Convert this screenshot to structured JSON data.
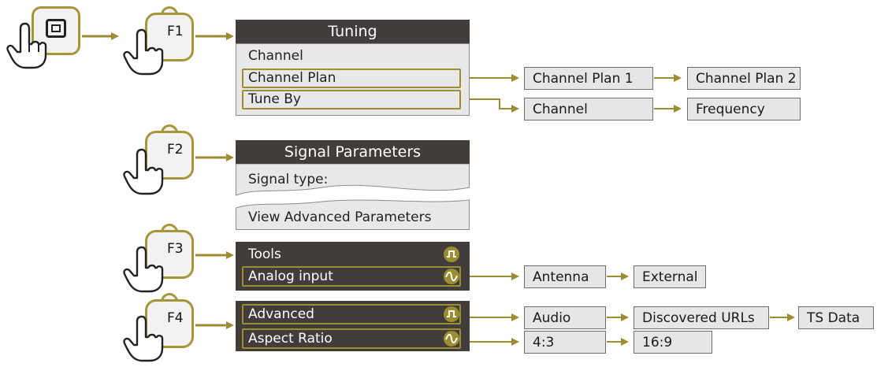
{
  "f1": {
    "key_label": "F1",
    "menu": {
      "title": "Tuning",
      "items": [
        "Channel",
        "Channel Plan",
        "Tune By"
      ]
    },
    "channel_plan_options": [
      "Channel Plan 1",
      "Channel Plan 2"
    ],
    "tune_by_options": [
      "Channel",
      "Frequency"
    ]
  },
  "f2": {
    "key_label": "F2",
    "menu": {
      "title": "Signal Parameters",
      "items": [
        "Signal type:",
        "View Advanced Parameters"
      ]
    }
  },
  "f3": {
    "key_label": "F3",
    "menu": {
      "items": [
        "Tools",
        "Analog input"
      ]
    },
    "analog_input_options": [
      "Antenna",
      "External"
    ]
  },
  "f4": {
    "key_label": "F4",
    "menu": {
      "items": [
        "Advanced",
        "Aspect Ratio"
      ]
    },
    "advanced_options": [
      "Audio",
      "Discovered URLs",
      "TS Data"
    ],
    "aspect_ratio_options": [
      "4:3",
      "16:9"
    ]
  },
  "colors": {
    "accent": "#9c8d33",
    "dark_panel": "#403d3a",
    "light_panel": "#e8e8e8",
    "option_box": "#e6e6e6"
  }
}
